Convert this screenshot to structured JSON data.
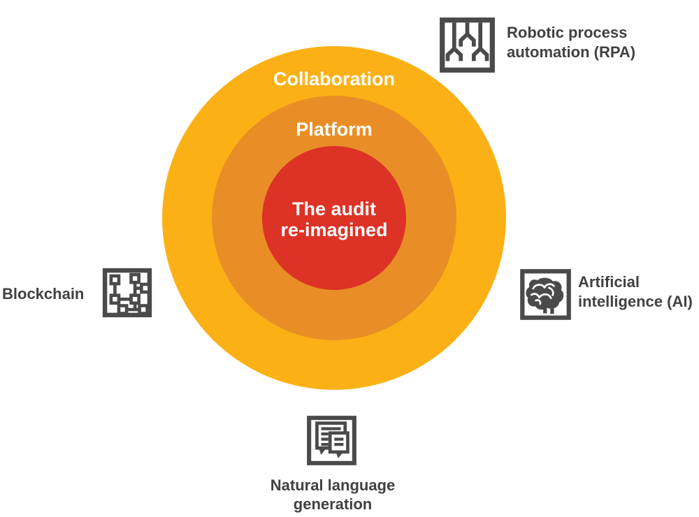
{
  "colors": {
    "background": "#FFFFFF",
    "ring_text": "#FFFFFF",
    "label": "#414141",
    "icon": "#4A4A4A"
  },
  "rings": {
    "outer": {
      "label": "Collaboration",
      "color": "#FBB116"
    },
    "middle": {
      "label": "Platform",
      "color": "#E98E26"
    },
    "inner": {
      "line1": "The audit",
      "line2": "re-imagined",
      "color": "#DD3226"
    }
  },
  "callouts": {
    "rpa": {
      "line1": "Robotic process",
      "line2": "automation (RPA)",
      "icon": "robotic-arm-icon"
    },
    "blockchain": {
      "line1": "Blockchain",
      "icon": "blockchain-network-icon"
    },
    "ai": {
      "line1": "Artificial",
      "line2": "intelligence (AI)",
      "icon": "brain-icon"
    },
    "nlg": {
      "line1": "Natural language",
      "line2": "generation",
      "icon": "speech-bubbles-icon"
    }
  }
}
